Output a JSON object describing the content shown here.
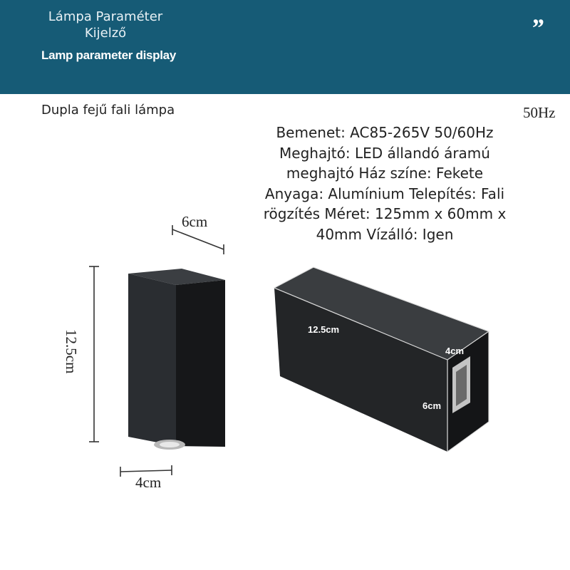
{
  "banner": {
    "title_hu": "Lámpa Paraméter Kijelző",
    "title_en": "Lamp parameter display",
    "quote_mark": "”",
    "color": "#165b76"
  },
  "product": {
    "name": "Dupla fejű fali lámpa",
    "fragment": "50Hz"
  },
  "specs": {
    "text": "Bemenet: AC85-265V 50/60Hz Meghajtó: LED állandó áramú meghajtó Ház színe: Fekete Anyaga: Alumínium Telepítés: Fali rögzítés Méret: 125mm x 60mm x 40mm Vízálló: Igen"
  },
  "left_figure": {
    "width_label": "6cm",
    "height_label": "12.5cm",
    "depth_label": "4cm",
    "lamp_color": "#1d1f22"
  },
  "right_figure": {
    "length_label": "12.5cm",
    "depth_label": "4cm",
    "width_label": "6cm",
    "lamp_color": "#202224"
  }
}
